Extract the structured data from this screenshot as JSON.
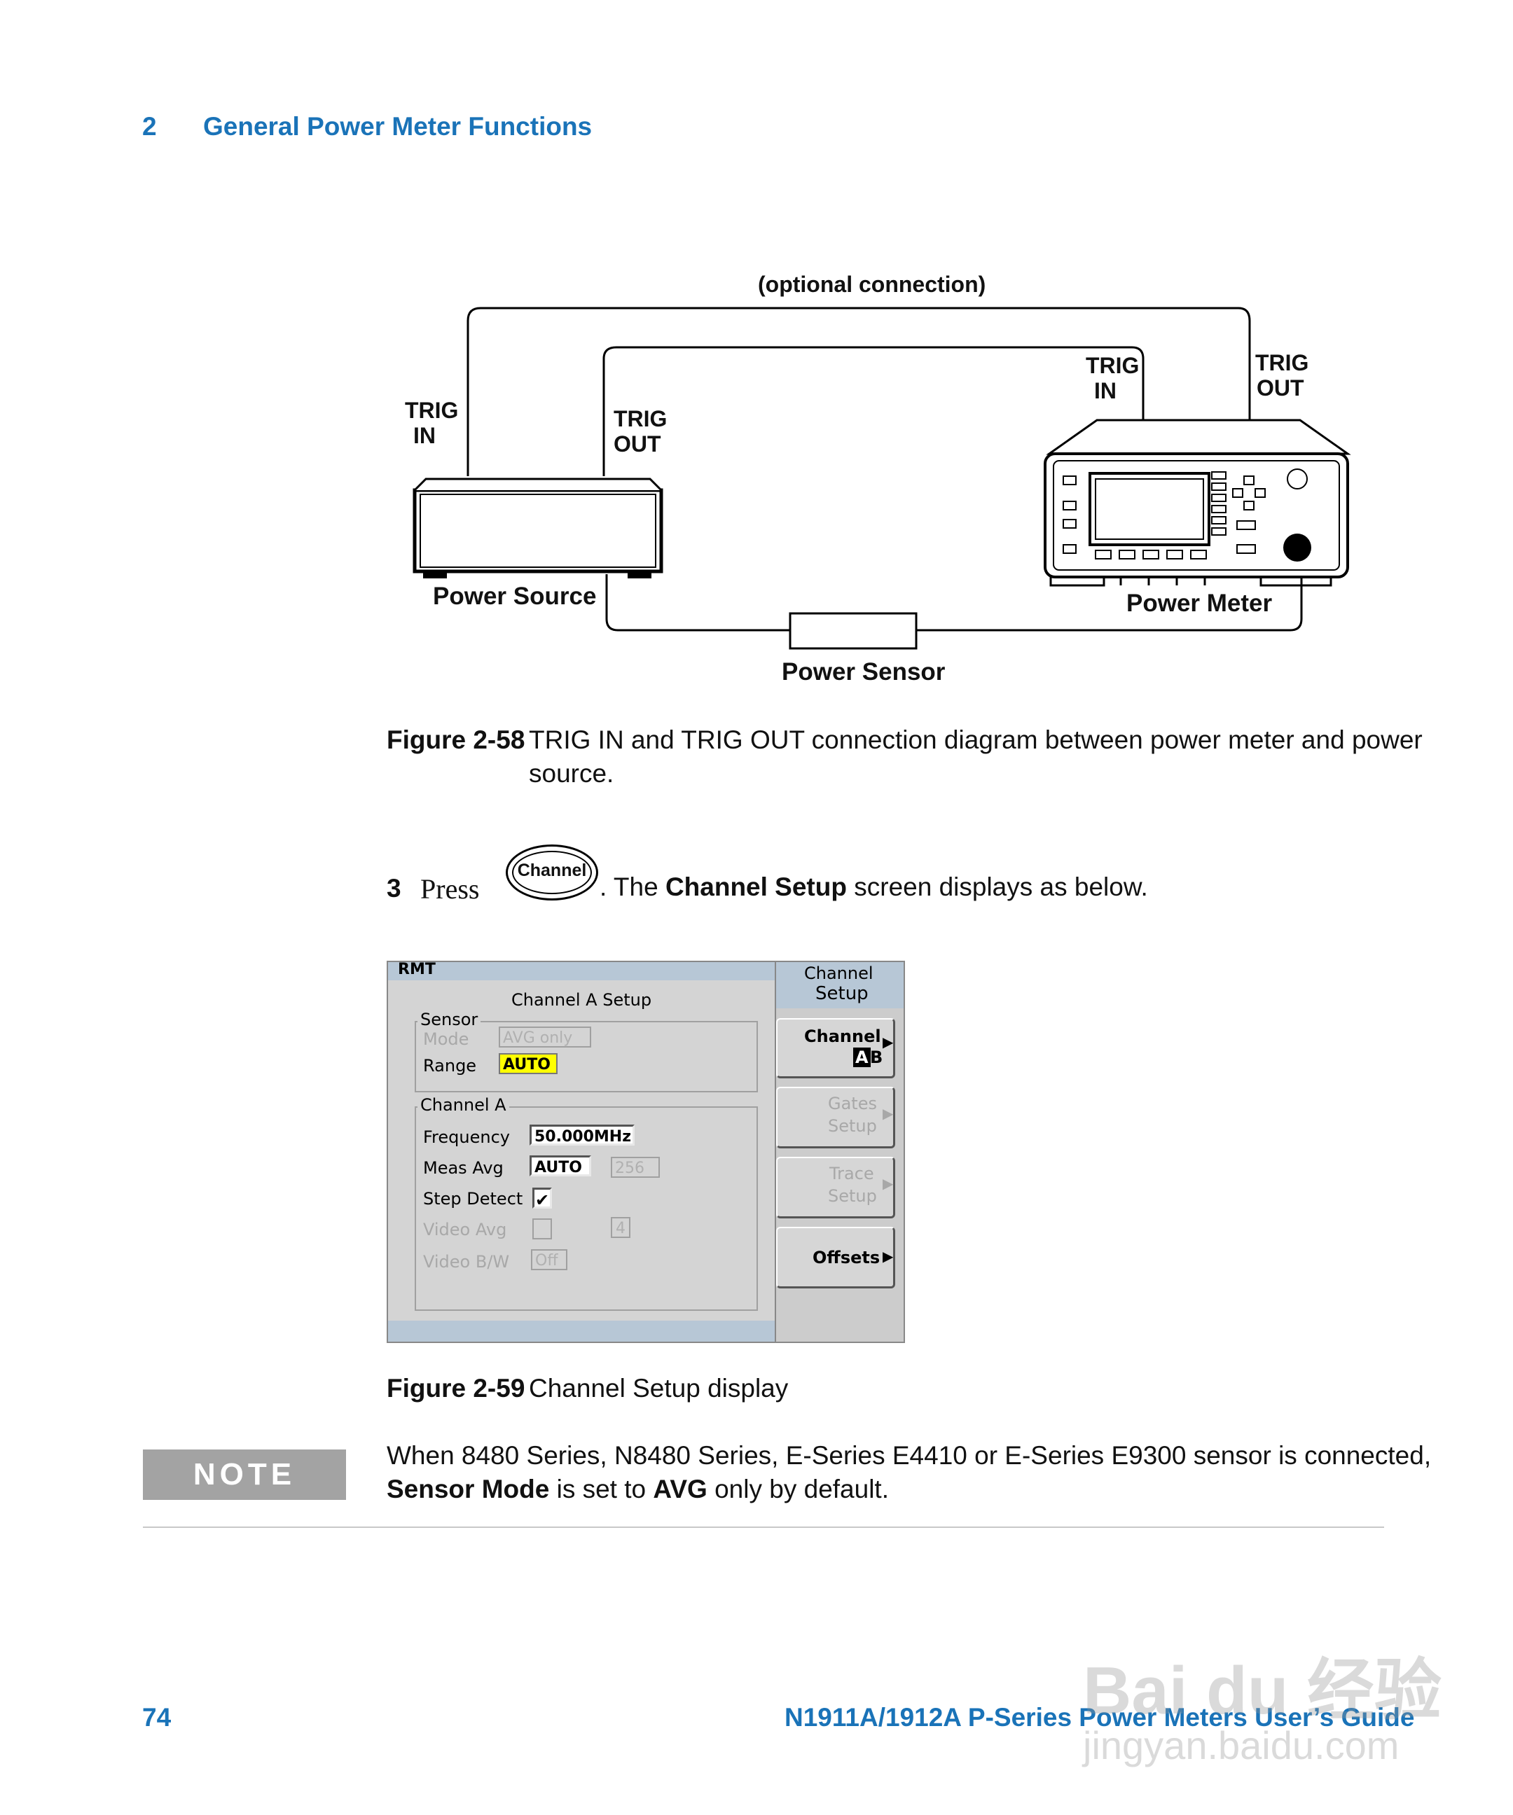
{
  "header": {
    "chapter_number": "2",
    "chapter_title": "General Power Meter Functions"
  },
  "diagram1": {
    "optional_connection": "(optional connection)",
    "source_trig_in_1": "TRIG",
    "source_trig_in_2": "IN",
    "source_trig_out_1": "TRIG",
    "source_trig_out_2": "OUT",
    "meter_trig_in_1": "TRIG",
    "meter_trig_in_2": "IN",
    "meter_trig_out_1": "TRIG",
    "meter_trig_out_2": "OUT",
    "power_source": "Power Source",
    "power_meter": "Power Meter",
    "power_sensor": "Power Sensor"
  },
  "figure58": {
    "label": "Figure 2-58",
    "text_line1": "TRIG IN and TRIG OUT connection diagram between power meter and power",
    "text_line2": "source."
  },
  "step3": {
    "number": "3",
    "press": "Press",
    "key_label": "Channel",
    "text_pre": ". The ",
    "text_bold": "Channel Setup",
    "text_post": " screen displays as below."
  },
  "screen": {
    "status": "RMT",
    "title": "Channel A Setup",
    "sensor_group": "Sensor",
    "mode_label": "Mode",
    "mode_value": "AVG only",
    "range_label": "Range",
    "range_value": "AUTO",
    "channel_group": "Channel A",
    "frequency_label": "Frequency",
    "frequency_value": "50.000MHz",
    "meas_avg_label": "Meas Avg",
    "meas_avg_value": "AUTO",
    "meas_avg_count": "256",
    "step_detect_label": "Step Detect",
    "step_detect_mark": "✔",
    "video_avg_label": "Video Avg",
    "video_avg_count": "4",
    "video_bw_label": "Video B/W",
    "video_bw_value": "Off",
    "menu_title_1": "Channel",
    "menu_title_2": "Setup",
    "softkeys": [
      {
        "line1": "Channel",
        "line2a": "A",
        "line2b": "B"
      },
      {
        "line1": "Gates",
        "line2": "Setup"
      },
      {
        "line1": "Trace",
        "line2": "Setup"
      },
      {
        "line1": "Offsets"
      }
    ]
  },
  "figure59": {
    "label": "Figure 2-59",
    "text": "Channel Setup display"
  },
  "note": {
    "tag": "NOTE",
    "line1": "When 8480 Series, N8480 Series, E-Series E4410 or E-Series E9300 sensor is connected,",
    "bold1": "Sensor Mode",
    "mid": " is set to ",
    "bold2": "AVG",
    "end": " only by default."
  },
  "footer": {
    "page": "74",
    "title": "N1911A/1912A P-Series Power Meters User’s Guide"
  },
  "watermark": {
    "logo": "Bai du 经验",
    "url": "jingyan.baidu.com"
  },
  "colors": {
    "accent_blue": "#1a73b8",
    "lcd_bar": "#b7c7d6",
    "highlight_yellow": "#ffff00",
    "note_gray": "#a3a3a3"
  }
}
